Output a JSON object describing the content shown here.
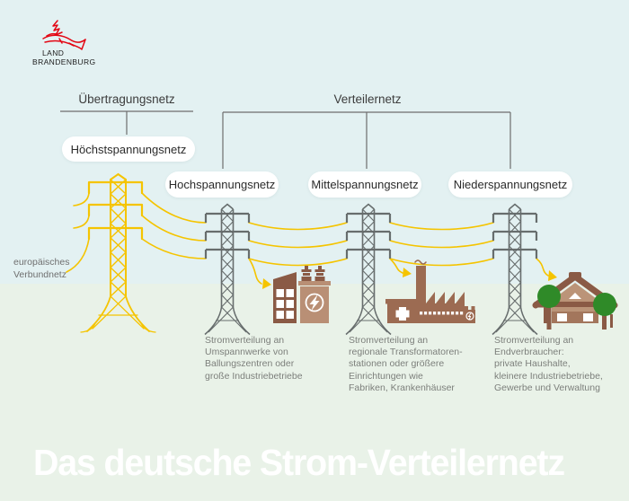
{
  "logo": {
    "land": "LAND",
    "brandenburg": "BRANDENBURG"
  },
  "brackets": {
    "transmission": "Übertragungsnetz",
    "distribution": "Verteilernetz"
  },
  "levels": {
    "hoechstspannungsnetz": "Höchstspannungsnetz",
    "hochspannungsnetz": "Hochspannungsnetz",
    "mittelspannungsnetz": "Mittelspannungsnetz",
    "niederspannungsnetz": "Niederspannungsnetz"
  },
  "labels": {
    "european_grid": "europäisches\nVerbundnetz"
  },
  "descriptions": {
    "hochspannung": "Stromverteilung an\nUmspannwerke von\nBallungszentren oder\ngroße Industriebetriebe",
    "mittelspannung": "Stromverteilung an\nregionale Transformatoren-\nstationen oder größere\nEinrichtungen wie\nFabriken, Krankenhäuser",
    "niederspannung": "Stromverteilung an\nEndverbraucher:\nprivate Haushalte,\nkleinere Industriebetriebe,\nGewerbe und Verwaltung"
  },
  "title": "Das deutsche Strom-Verteilernetz",
  "colors": {
    "sky": "#e3f1f2",
    "ground": "#e9f2e8",
    "wire_yellow": "#f5c400",
    "tower_gray": "#676d6d",
    "line_gray": "#6e6e6e",
    "brown_dark": "#8a5a45",
    "brown_mid": "#9c6b52",
    "brown_light": "#b98f75",
    "brown_pale": "#bb9478",
    "tree_green": "#2f8a28",
    "logo_red": "#e30613",
    "title_white": "#ffffff"
  },
  "icons": {
    "logo": "brandenburg-eagle-icon",
    "european_grid_tower": "yellow-pylon-icon",
    "distribution_tower": "gray-pylon-icon",
    "substation": "transformer-station-icon",
    "industry": "factory-hospital-icon",
    "household": "house-with-trees-icon",
    "flow": "yellow-arrow-icon"
  }
}
